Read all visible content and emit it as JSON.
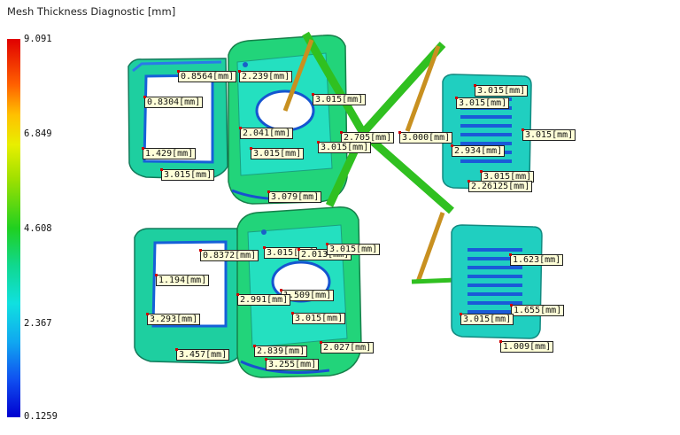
{
  "window": {
    "title": "Mesh Thickness Diagnostic [mm]"
  },
  "legend": {
    "ticks": [
      "9.091",
      "6.849",
      "4.608",
      "2.367",
      "0.1259"
    ],
    "colors": {
      "max": "#e00000",
      "mid_high": "#e8ef00",
      "mid": "#20d020",
      "mid_low": "#10e0e0",
      "min": "#0000d0"
    }
  },
  "labels": [
    "0.8564[mm]",
    "2.239[mm]",
    "0.8304[mm]",
    "3.015[mm]",
    "2.041[mm]",
    "2.705[mm]",
    "3.000[mm]",
    "3.015[mm]",
    "3.015[mm]",
    "3.015[mm]",
    "1.429[mm]",
    "3.015[mm]",
    "2.934[mm]",
    "3.015[mm]",
    "3.015[mm]",
    "3.015[mm]",
    "2.26125[mm]",
    "3.079[mm]",
    "3.015[mm]",
    "2.013[mm]",
    "3.015[mm]",
    "0.8372[mm]",
    "1.623[mm]",
    "1.194[mm]",
    "1.509[mm]",
    "2.991[mm]",
    "3.015[mm]",
    "3.293[mm]",
    "1.655[mm]",
    "3.015[mm]",
    "2.027[mm]",
    "2.839[mm]",
    "3.457[mm]",
    "1.009[mm]",
    "3.255[mm]"
  ]
}
